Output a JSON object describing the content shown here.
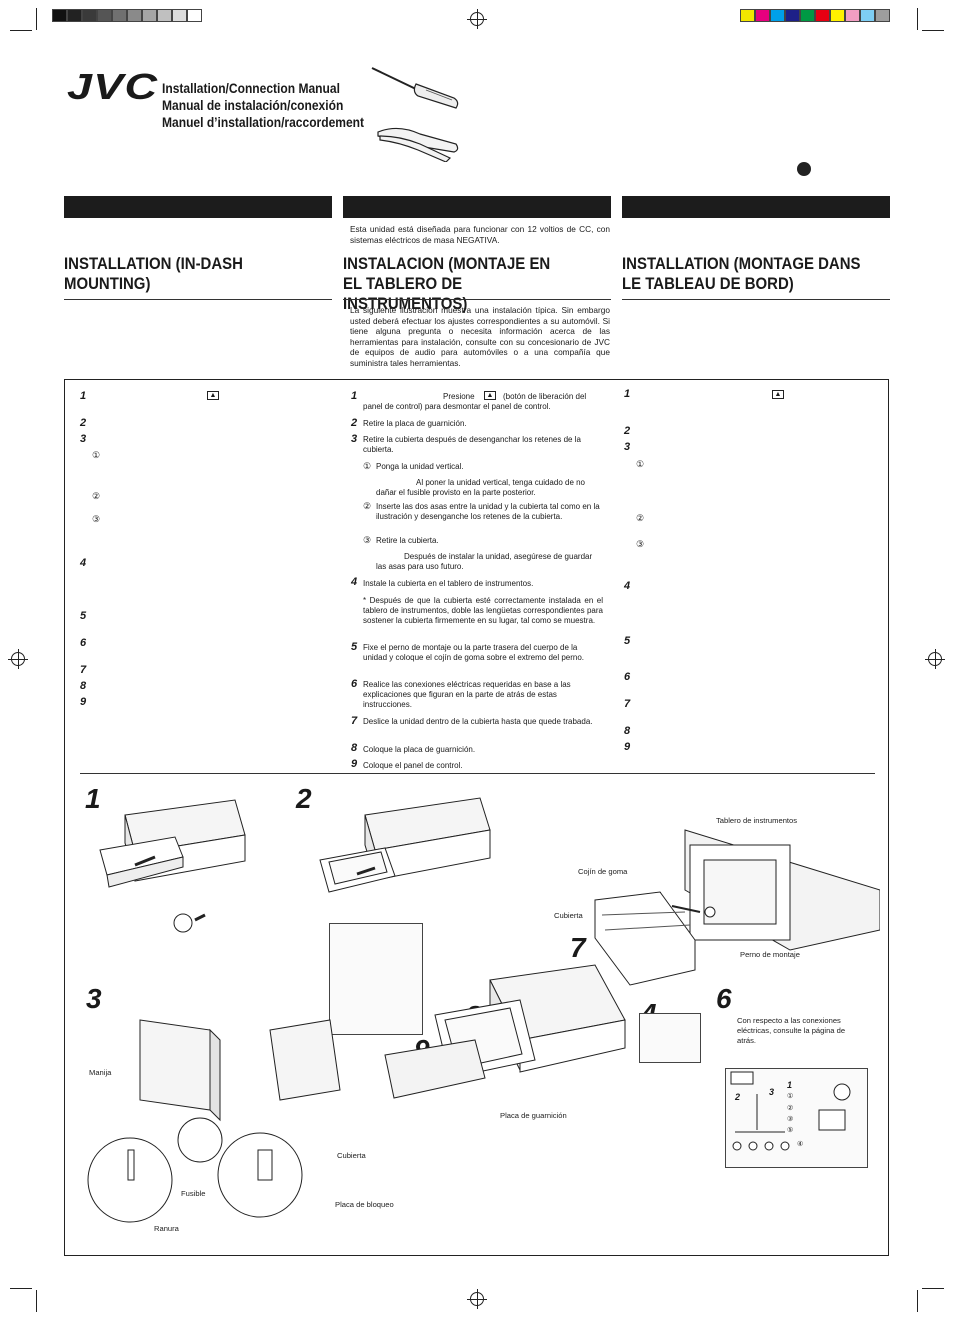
{
  "header": {
    "logo": "JVC",
    "titles": [
      "Installation/Connection Manual",
      "Manual de instalación/conexión",
      "Manuel d’installation/raccordement"
    ]
  },
  "colors": {
    "gray_strip": [
      "#111111",
      "#222222",
      "#3a3a3a",
      "#555555",
      "#707070",
      "#8a8a8a",
      "#a5a5a5",
      "#c0c0c0",
      "#dcdcdc",
      "#ffffff"
    ],
    "color_strip": [
      "#f2e600",
      "#e6007e",
      "#00a0e9",
      "#1d2088",
      "#009944",
      "#e60012",
      "#fff100",
      "#f19ec2",
      "#7ecef4",
      "#9e9e9e"
    ]
  },
  "columns": {
    "en": {
      "heading": "INSTALLATION (IN-DASH MOUNTING)"
    },
    "es": {
      "heading": "INSTALACION (MONTAJE EN EL TABLERO DE INSTRUMENTOS)",
      "pre": "Esta unidad está diseñada para funcionar con 12 voltios de CC, con sistemas eléctricos de masa NEGATIVA.",
      "intro": "La siguiente ilustración muestra una instalación típica. Sin embargo usted deberá efectuar los ajustes correspondientes a su automóvil. Si tiene alguna pregunta o necesita información acerca de las herramientas para instalación, consulte con su concesionario de JVC de equipos de audio para automóviles o a una compañía que suministra tales herramientas."
    },
    "fr": {
      "heading": "INSTALLATION (MONTAGE DANS LE TABLEAU DE BORD)"
    }
  },
  "steps_es": {
    "s1a": "Presione",
    "s1b": "(botón de liberación del panel de control) para desmontar el panel de control.",
    "s2": "Retire la placa de guarnición.",
    "s3": "Retire la cubierta después de desenganchar los retenes de la cubierta.",
    "s3_1": "Ponga la unidad vertical.",
    "s3_note1": "Al poner la unidad vertical, tenga cuidado de no dañar el fusible provisto en la parte posterior.",
    "s3_2": "Inserte las dos asas entre la unidad y la cubierta tal como en la ilustración y desenganche los retenes de la cubierta.",
    "s3_3": "Retire la cubierta.",
    "s3_note2": "Después de instalar la unidad, asegúrese de guardar las asas para uso futuro.",
    "s4": "Instale la cubierta en el tablero de instrumentos.",
    "s4_note": "* Después de que la cubierta esté correctamente instalada en el tablero de instrumentos, doble las lengüetas correspondientes para sostener la cubierta firmemente en su lugar, tal como se muestra.",
    "s5": "Fixe el perno de montaje ou la parte trasera del cuerpo de la unidad y coloque el cojín de goma sobre el extremo del perno.",
    "s6": "Realice las conexiones eléctricas requeridas en base a las explicaciones que figuran en la parte de atrás de estas instrucciones.",
    "s7": "Deslice la unidad dentro de la cubierta hasta que quede trabada.",
    "s8": "Coloque la placa de guarnición.",
    "s9": "Coloque el panel de control."
  },
  "circled": [
    "①",
    "②",
    "③",
    "④",
    "⑤"
  ],
  "numbers": [
    "1",
    "2",
    "3",
    "4",
    "5",
    "6",
    "7",
    "8",
    "9"
  ],
  "labels": {
    "tablero": "Tablero de instrumentos",
    "cojin": "Cojín de goma",
    "cubierta": "Cubierta",
    "perno": "Perno de montaje",
    "conexiones": "Con respecto a las conexiones eléctricas, consulte la página de atrás.",
    "manija": "Manija",
    "fusible": "Fusible",
    "ranura": "Ranura",
    "cubierta2": "Cubierta",
    "placa_bloqueo": "Placa de bloqueo",
    "placa_guarnicion": "Placa de guarnición"
  }
}
